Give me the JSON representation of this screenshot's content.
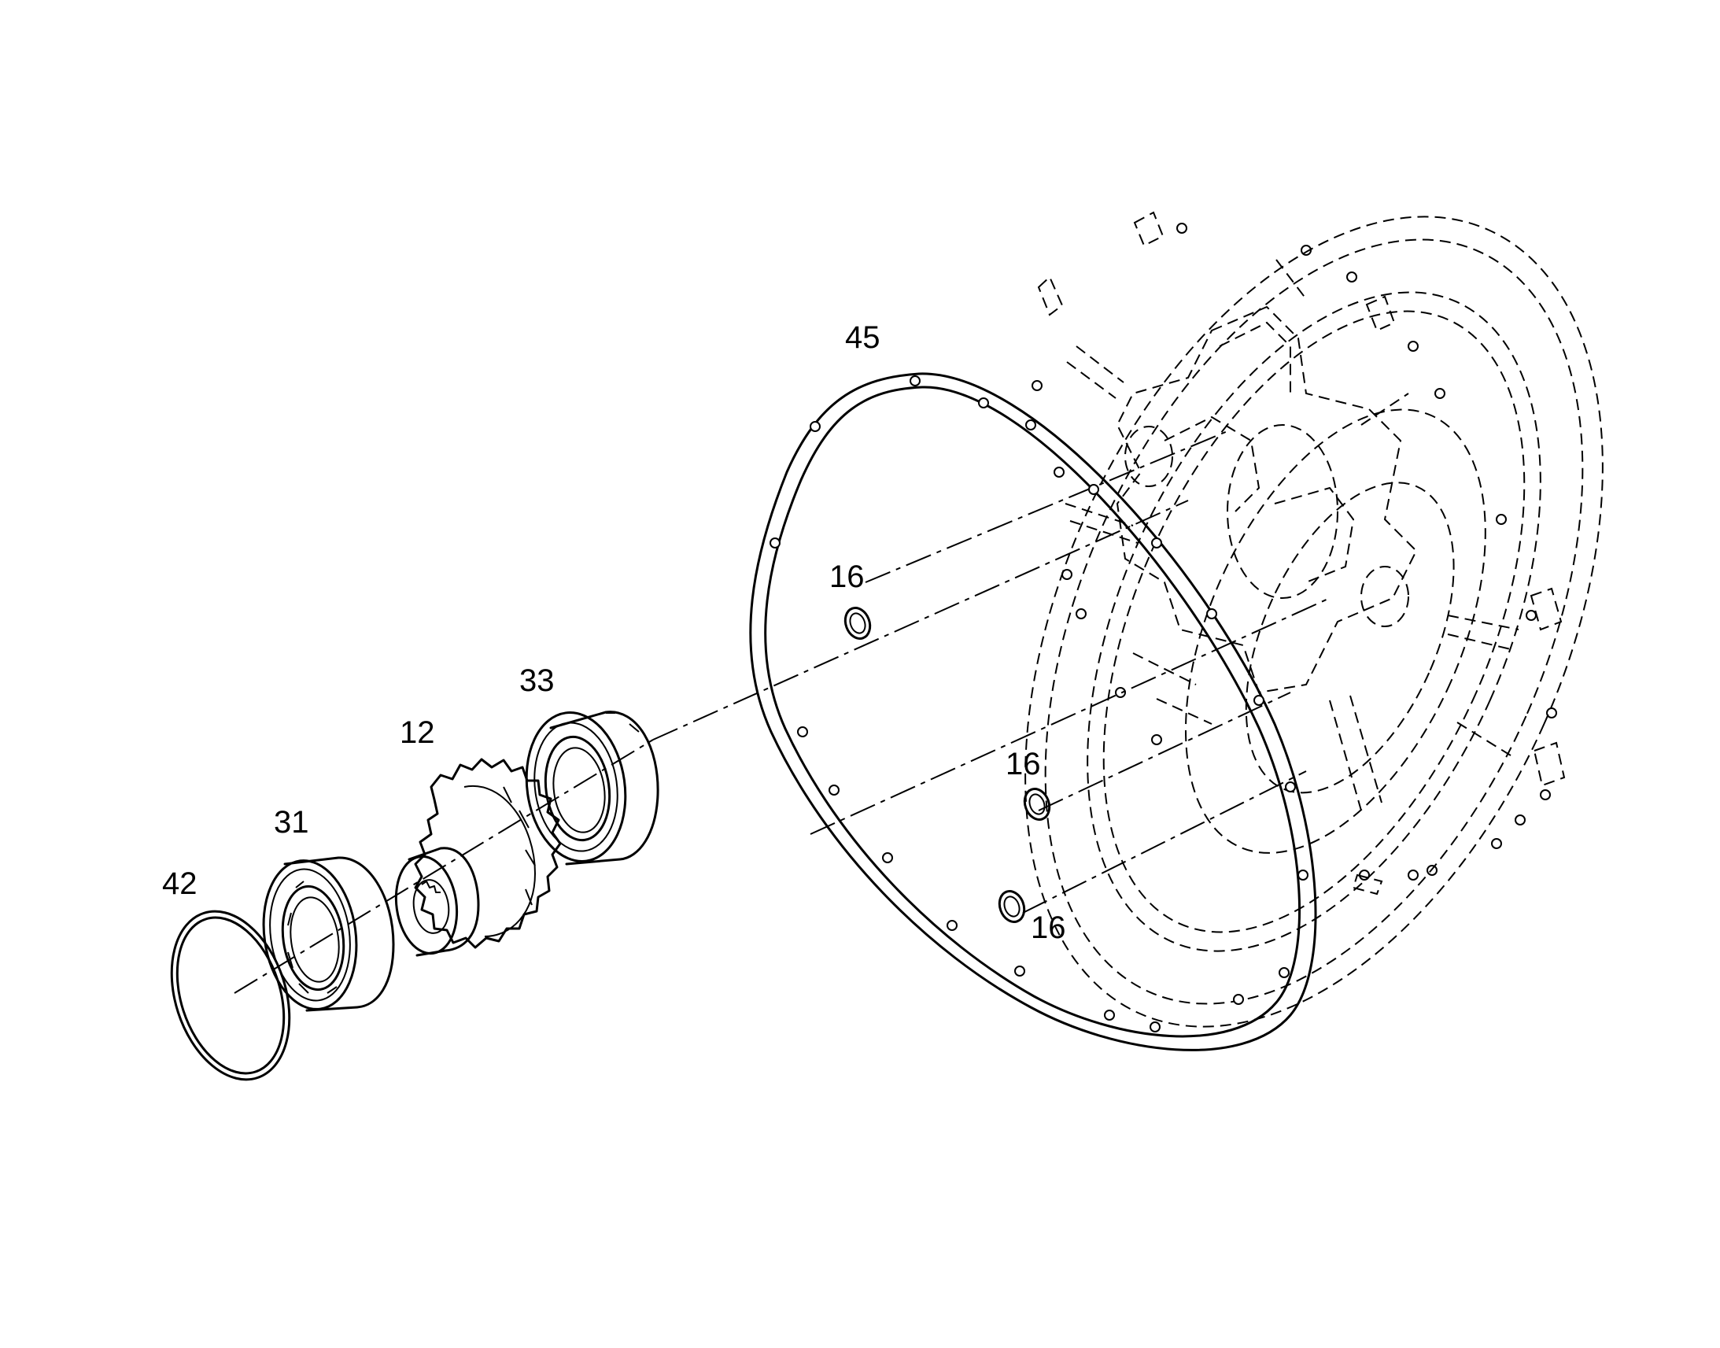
{
  "callouts": {
    "part_42": "42",
    "part_31": "31",
    "part_12": "12",
    "part_33": "33",
    "part_45": "45",
    "part_16_a": "16",
    "part_16_b": "16",
    "part_16_c": "16"
  }
}
